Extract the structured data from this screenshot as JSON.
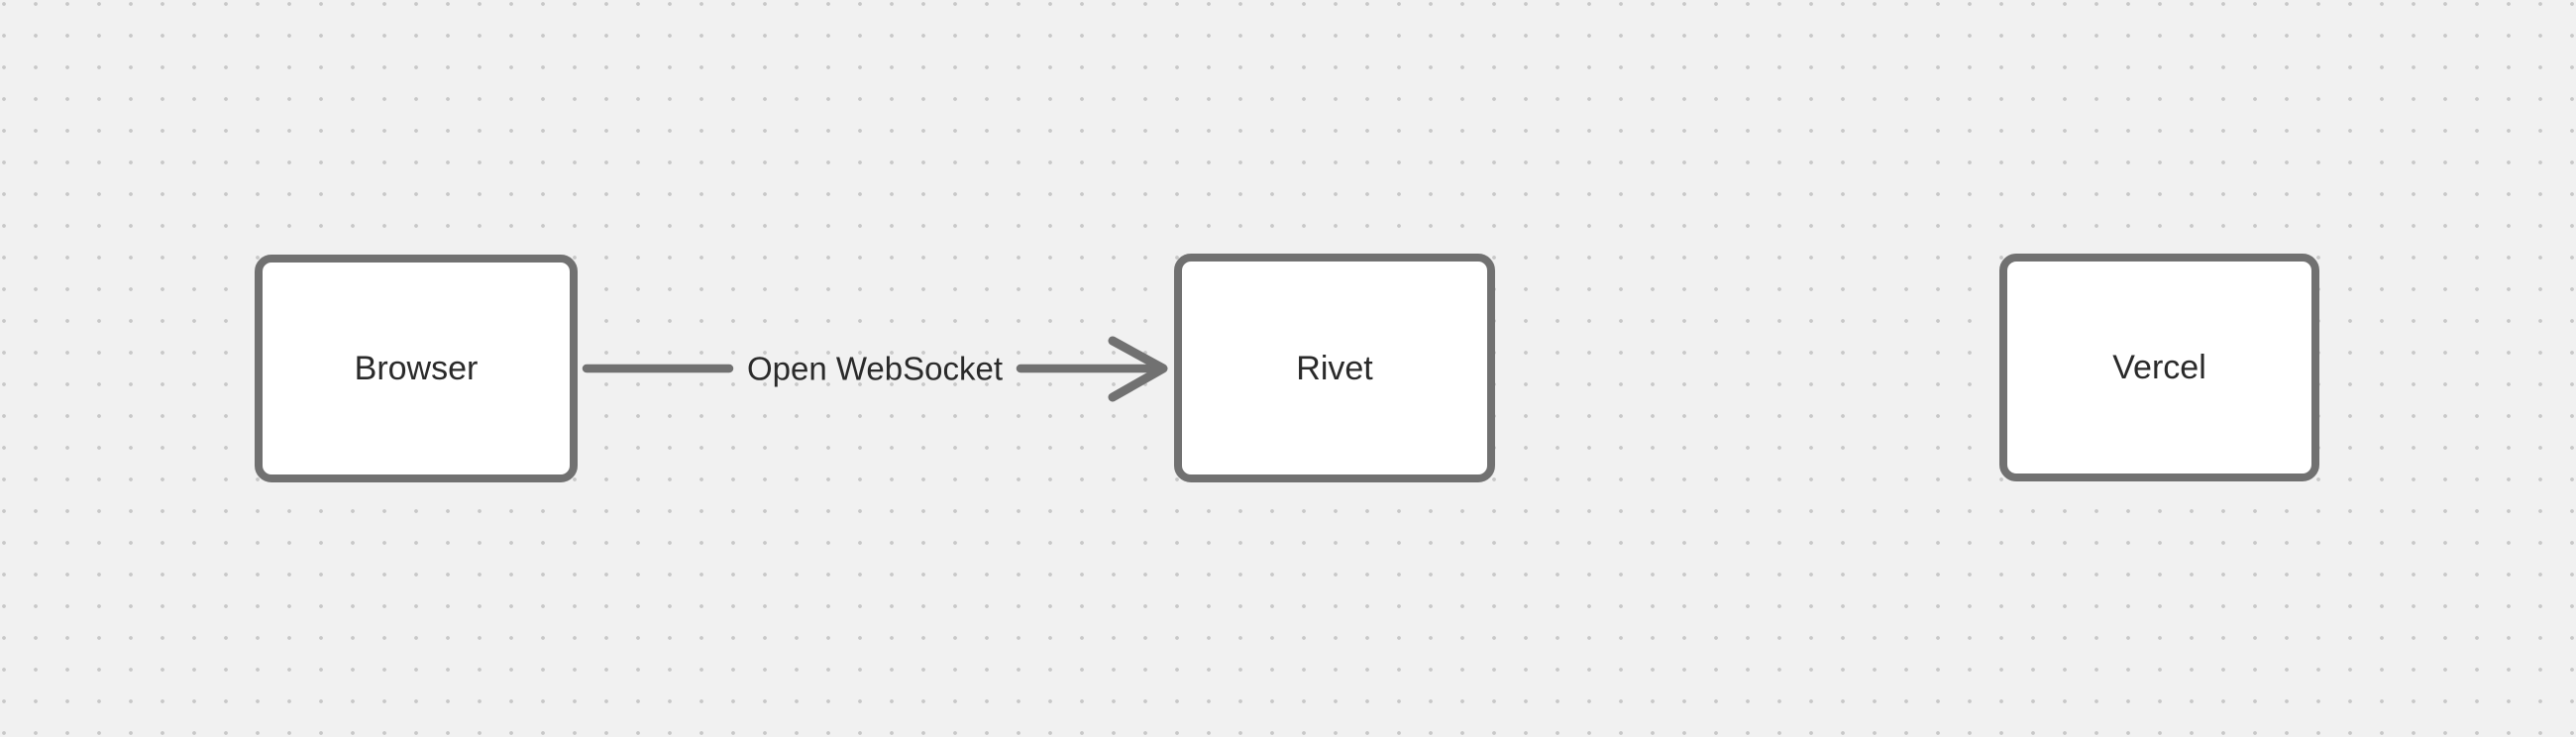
{
  "canvas": {
    "background_color": "#f1f1f1",
    "grid_dot_color": "#c8c8c8"
  },
  "colors": {
    "stroke": "#717171",
    "node_fill": "#ffffff",
    "text": "#2a2a2a"
  },
  "nodes": [
    {
      "id": "browser",
      "label": "Browser"
    },
    {
      "id": "rivet",
      "label": "Rivet"
    },
    {
      "id": "vercel",
      "label": "Vercel"
    }
  ],
  "edges": [
    {
      "from": "browser",
      "to": "rivet",
      "label": "Open WebSocket"
    }
  ]
}
